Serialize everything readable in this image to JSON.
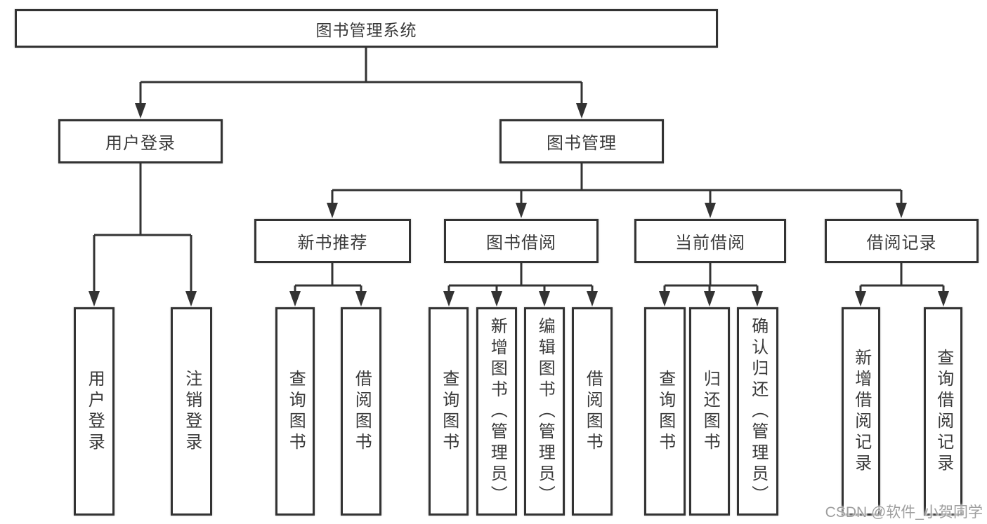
{
  "diagram": {
    "root": {
      "label": "图书管理系统"
    },
    "branches": [
      {
        "label": "用户登录",
        "children": [
          {
            "label": "用户登录"
          },
          {
            "label": "注销登录"
          }
        ]
      },
      {
        "label": "图书管理",
        "children": [
          {
            "label": "新书推荐",
            "children": [
              {
                "label": "查询图书"
              },
              {
                "label": "借阅图书"
              }
            ]
          },
          {
            "label": "图书借阅",
            "children": [
              {
                "label": "查询图书"
              },
              {
                "label": "新增图书（管理员）"
              },
              {
                "label": "编辑图书（管理员）"
              },
              {
                "label": "借阅图书"
              }
            ]
          },
          {
            "label": "当前借阅",
            "children": [
              {
                "label": "查询图书"
              },
              {
                "label": "归还图书"
              },
              {
                "label": "确认归还（管理员）"
              }
            ]
          },
          {
            "label": "借阅记录",
            "children": [
              {
                "label": "新增借阅记录"
              },
              {
                "label": "查询借阅记录"
              }
            ]
          }
        ]
      }
    ]
  },
  "watermark": {
    "text": "CSDN @软件_小贺同学"
  },
  "colors": {
    "line": "#333333",
    "text": "#3a3a3a",
    "background": "#ffffff",
    "watermark": "#9e9e9e"
  }
}
